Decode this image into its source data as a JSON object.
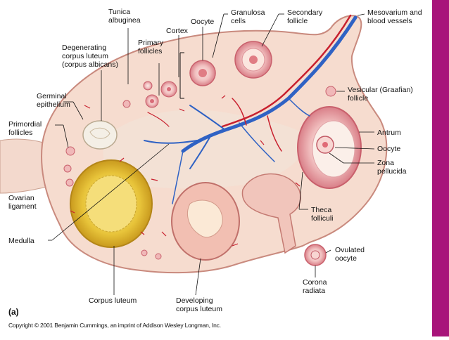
{
  "labels": {
    "tunica_albuginea": "Tunica\nalbuginea",
    "cortex": "Cortex",
    "oocyte_top": "Oocyte",
    "granulosa_cells": "Granulosa\ncells",
    "secondary_follicle": "Secondary\nfollicle",
    "mesovarium": "Mesovarium and\nblood vessels",
    "degenerating_corpus_luteum": "Degenerating\ncorpus luteum\n(corpus albicans)",
    "primary_follicles": "Primary\nfollicles",
    "germinal_epithelium": "Germinal\nepithelium",
    "primordial_follicles": "Primordial\nfollicles",
    "vesicular_follicle": "Vesicular (Graafian)\nfollicle",
    "antrum": "Antrum",
    "oocyte_right": "Oocyte",
    "zona_pellucida": "Zona\npellucida",
    "ovarian_ligament": "Ovarian\nligament",
    "theca_folliculi": "Theca\nfolliculi",
    "medulla": "Medulla",
    "ovulated_oocyte": "Ovulated\noocyte",
    "corona_radiata": "Corona\nradiata",
    "corpus_luteum": "Corpus luteum",
    "developing_corpus_luteum": "Developing\ncorpus luteum"
  },
  "panel_letter": "(a)",
  "copyright": "Copyright © 2001 Benjamin Cummings, an imprint of Addison Wesley Longman, Inc.",
  "colors": {
    "ovary_fill": "#f6dccf",
    "ovary_edge": "#c98a7e",
    "follicle": "#e39aa0",
    "corpus_luteum": "#e8c43a",
    "artery": "#c8202e",
    "vein": "#2f62c4",
    "accent_bar": "#a8147a"
  }
}
